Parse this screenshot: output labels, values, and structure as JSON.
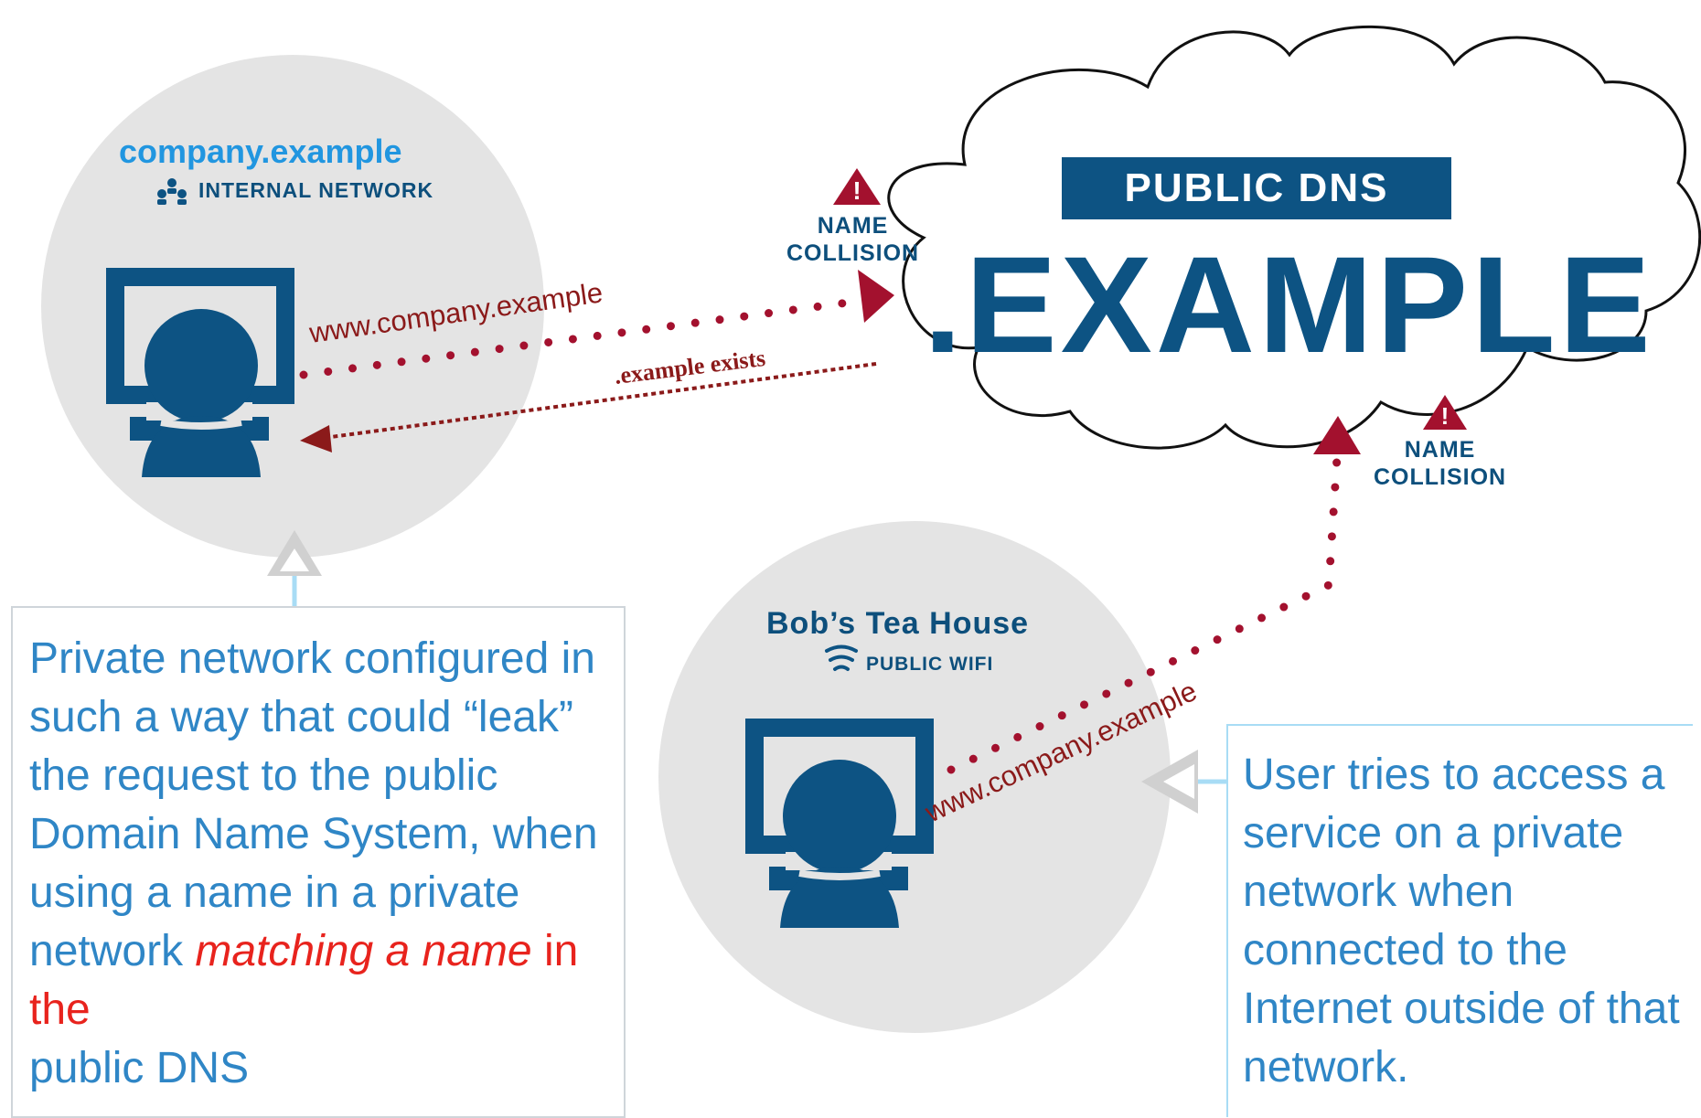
{
  "internal": {
    "title": "company.example",
    "subtitle": "INTERNAL NETWORK",
    "icon": "people-network-icon"
  },
  "public_dns": {
    "label": "PUBLIC DNS",
    "tld": ".EXAMPLE"
  },
  "collision": {
    "top": [
      "NAME",
      "COLLISION"
    ],
    "bottom": [
      "NAME",
      "COLLISION"
    ],
    "icon": "warning-triangle-icon"
  },
  "arrows": {
    "request_label": "www.company.example",
    "response_label": ".example exists",
    "wifi_request_label": "www.company.example"
  },
  "teahouse": {
    "title": "Bob’s Tea House",
    "subtitle": "PUBLIC WIFI",
    "icon": "wifi-icon"
  },
  "left_callout": {
    "text_normal": "Private network configured in such a way that could “leak” the request to the public Domain Name System, when using a name in a private network ",
    "text_italic_red": "matching a name",
    "text_red": " in the",
    "text_tail": "public DNS"
  },
  "right_callout": {
    "text": "User tries to access a service on a private network when connected to the Internet outside of that network."
  },
  "colors": {
    "navy": "#0d5383",
    "circle_gray": "#e4e4e4",
    "arrow_red": "#a3112e",
    "callout_blue": "#2f86c6",
    "title_blue": "#2196e0",
    "highlight_red": "#e8231d"
  }
}
